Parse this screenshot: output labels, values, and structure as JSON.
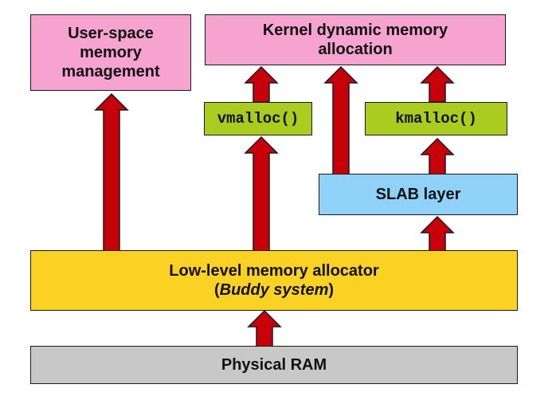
{
  "boxes": {
    "user_space": {
      "lines": [
        "User-space",
        "memory",
        "management"
      ]
    },
    "kernel_dynamic": {
      "lines": [
        "Kernel dynamic memory",
        "allocation"
      ]
    },
    "vmalloc": {
      "label": "vmalloc()"
    },
    "kmalloc": {
      "label": "kmalloc()"
    },
    "slab": {
      "label": "SLAB layer"
    },
    "low_level": {
      "line1": "Low-level memory allocator",
      "line2_open": "(",
      "line2_italic": "Buddy system",
      "line2_close": ")"
    },
    "physical_ram": {
      "label": "Physical RAM"
    }
  },
  "colors": {
    "pink": "#f7a3cf",
    "green": "#a9cc1e",
    "blue": "#8fd1f7",
    "yellow": "#fbd123",
    "grey": "#c8c8c8",
    "arrow_fill": "#c8000a",
    "arrow_stroke": "#1a1a1a"
  }
}
